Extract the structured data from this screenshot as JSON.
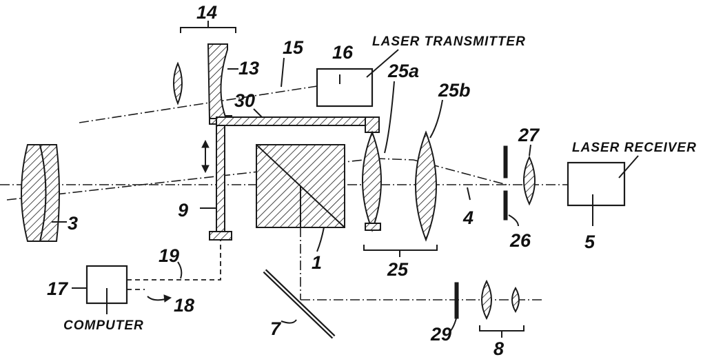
{
  "captions": {
    "laser_transmitter": "LASER TRANSMITTER",
    "laser_receiver": "LASER RECEIVER",
    "computer": "COMPUTER"
  },
  "refs": {
    "r1": "1",
    "r3": "3",
    "r4": "4",
    "r5": "5",
    "r7": "7",
    "r8": "8",
    "r9": "9",
    "r13": "13",
    "r14": "14",
    "r15": "15",
    "r16": "16",
    "r17": "17",
    "r18": "18",
    "r19": "19",
    "r25": "25",
    "r25a": "25a",
    "r25b": "25b",
    "r26": "26",
    "r27": "27",
    "r29": "29",
    "r30": "30"
  }
}
